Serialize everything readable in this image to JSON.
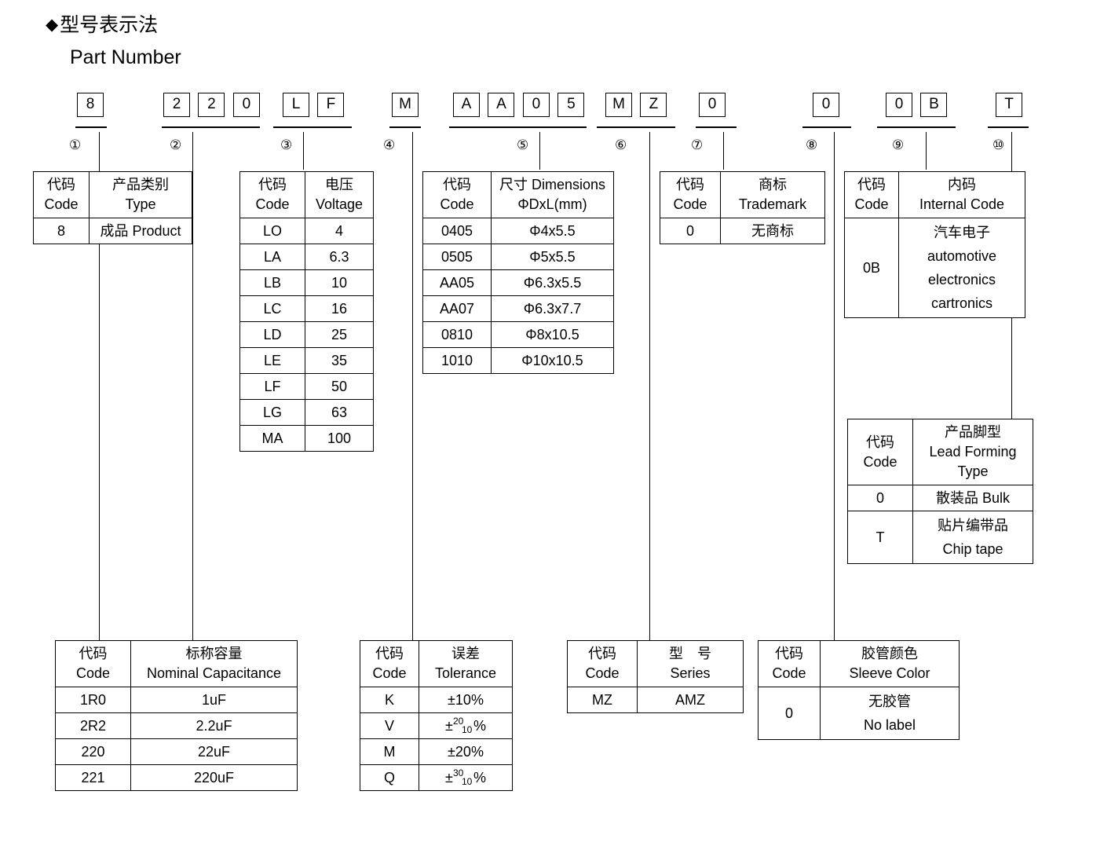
{
  "heading": {
    "diamond": "◆",
    "cn": "型号表示法",
    "en": "Part Number"
  },
  "part_number": {
    "groups": [
      {
        "index": "①",
        "chars": [
          "8"
        ]
      },
      {
        "index": "②",
        "chars": [
          "2",
          "2",
          "0"
        ]
      },
      {
        "index": "③",
        "chars": [
          "L",
          "F"
        ]
      },
      {
        "index": "④",
        "chars": [
          "M"
        ]
      },
      {
        "index": "⑤",
        "chars": [
          "A",
          "A",
          "0",
          "5"
        ]
      },
      {
        "index": "⑥",
        "chars": [
          "M",
          "Z"
        ]
      },
      {
        "index": "⑦",
        "chars": [
          "0"
        ]
      },
      {
        "index": "⑧",
        "chars": [
          "0"
        ]
      },
      {
        "index": "⑨",
        "chars": [
          "0",
          "B"
        ]
      },
      {
        "index": "⑩",
        "chars": [
          "T"
        ]
      }
    ]
  },
  "labels": {
    "code_cn": "代码",
    "code_en": "Code"
  },
  "tables": {
    "type": {
      "header_cn": "产品类别",
      "header_en": "Type",
      "rows": [
        {
          "code": "8",
          "value": "成品 Product"
        }
      ]
    },
    "voltage": {
      "header_cn": "电压",
      "header_en": "Voltage",
      "rows": [
        {
          "code": "LO",
          "value": "4"
        },
        {
          "code": "LA",
          "value": "6.3"
        },
        {
          "code": "LB",
          "value": "10"
        },
        {
          "code": "LC",
          "value": "16"
        },
        {
          "code": "LD",
          "value": "25"
        },
        {
          "code": "LE",
          "value": "35"
        },
        {
          "code": "LF",
          "value": "50"
        },
        {
          "code": "LG",
          "value": "63"
        },
        {
          "code": "MA",
          "value": "100"
        }
      ]
    },
    "dimensions": {
      "header_cn": "尺寸 Dimensions",
      "header_en": "ΦDxL(mm)",
      "rows": [
        {
          "code": "0405",
          "value": "Φ4x5.5"
        },
        {
          "code": "0505",
          "value": "Φ5x5.5"
        },
        {
          "code": "AA05",
          "value": "Φ6.3x5.5"
        },
        {
          "code": "AA07",
          "value": "Φ6.3x7.7"
        },
        {
          "code": "0810",
          "value": "Φ8x10.5"
        },
        {
          "code": "1010",
          "value": "Φ10x10.5"
        }
      ]
    },
    "trademark": {
      "header_cn": "商标",
      "header_en": "Trademark",
      "rows": [
        {
          "code": "0",
          "value": "无商标"
        }
      ]
    },
    "internal_code": {
      "header_cn": "内码",
      "header_en": "Internal Code",
      "rows": [
        {
          "code": "0B",
          "line1": "汽车电子",
          "line2": "automotive",
          "line3": "electronics",
          "line4": "cartronics"
        }
      ]
    },
    "lead_forming": {
      "header_cn": "产品脚型",
      "header_en": "Lead Forming",
      "header_en2": "Type",
      "rows": [
        {
          "code": "0",
          "line1": "散装品 Bulk",
          "line2": ""
        },
        {
          "code": "T",
          "line1": "贴片编带品",
          "line2": "Chip tape"
        }
      ]
    },
    "capacitance": {
      "header_cn": "标称容量",
      "header_en": "Nominal Capacitance",
      "rows": [
        {
          "code": "1R0",
          "value": "1uF"
        },
        {
          "code": "2R2",
          "value": "2.2uF"
        },
        {
          "code": "220",
          "value": "22uF"
        },
        {
          "code": "221",
          "value": "220uF"
        }
      ]
    },
    "tolerance": {
      "header_cn": "误差",
      "header_en": "Tolerance",
      "rows": [
        {
          "code": "K",
          "value": "±10%",
          "sup": "",
          "sub": ""
        },
        {
          "code": "V",
          "value": "",
          "sup": "20",
          "sub": "10"
        },
        {
          "code": "M",
          "value": "±20%",
          "sup": "",
          "sub": ""
        },
        {
          "code": "Q",
          "value": "",
          "sup": "30",
          "sub": "10"
        }
      ],
      "plusminus": "±",
      "percent": "%"
    },
    "series": {
      "header_cn": "型　号",
      "header_en": "Series",
      "rows": [
        {
          "code": "MZ",
          "value": "AMZ"
        }
      ]
    },
    "sleeve_color": {
      "header_cn": "胶管颜色",
      "header_en": "Sleeve Color",
      "rows": [
        {
          "code": "0",
          "line1": "无胶管",
          "line2": "No label"
        }
      ]
    }
  }
}
